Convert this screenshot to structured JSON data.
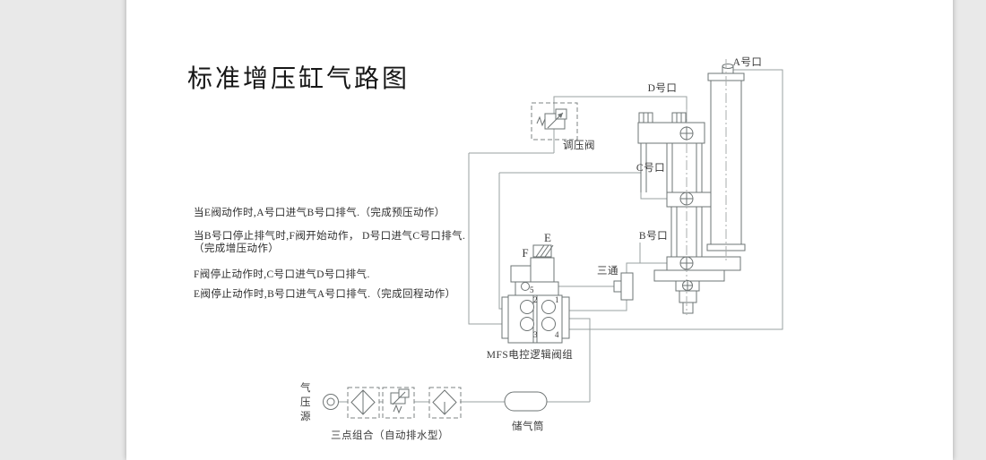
{
  "page": {
    "title": "标准增压缸气路图",
    "notes": [
      "当E阀动作时,A号口进气B号口排气.（完成预压动作）",
      "当B号口停止排气时,F阀开始动作， D号口进气C号口排气.\n（完成增压动作）",
      "F阀停止动作时,C号口进气D号口排气.",
      "E阀停止动作时,B号口进气A号口排气.（完成回程动作）"
    ]
  },
  "diagram": {
    "ports": {
      "a": "A号口",
      "b": "B号口",
      "c": "C号口",
      "d": "D号口"
    },
    "labels": {
      "regulator": "调压阀",
      "tee": "三通",
      "valve_group": "MFS电控逻辑阀组",
      "valve_e": "E",
      "valve_f": "F",
      "tank": "储气筒",
      "frl": "三点组合（自动排水型）",
      "air_source_chars": [
        "气",
        "压",
        "源"
      ],
      "valve_port_numbers": [
        "1",
        "2",
        "3",
        "4",
        "5"
      ]
    },
    "colors": {
      "pipe_line": "#9aa0a0",
      "equipment_line": "#6e7474",
      "text": "#3a3a3a",
      "page": "#ffffff",
      "surround": "#e9e9e9"
    }
  }
}
